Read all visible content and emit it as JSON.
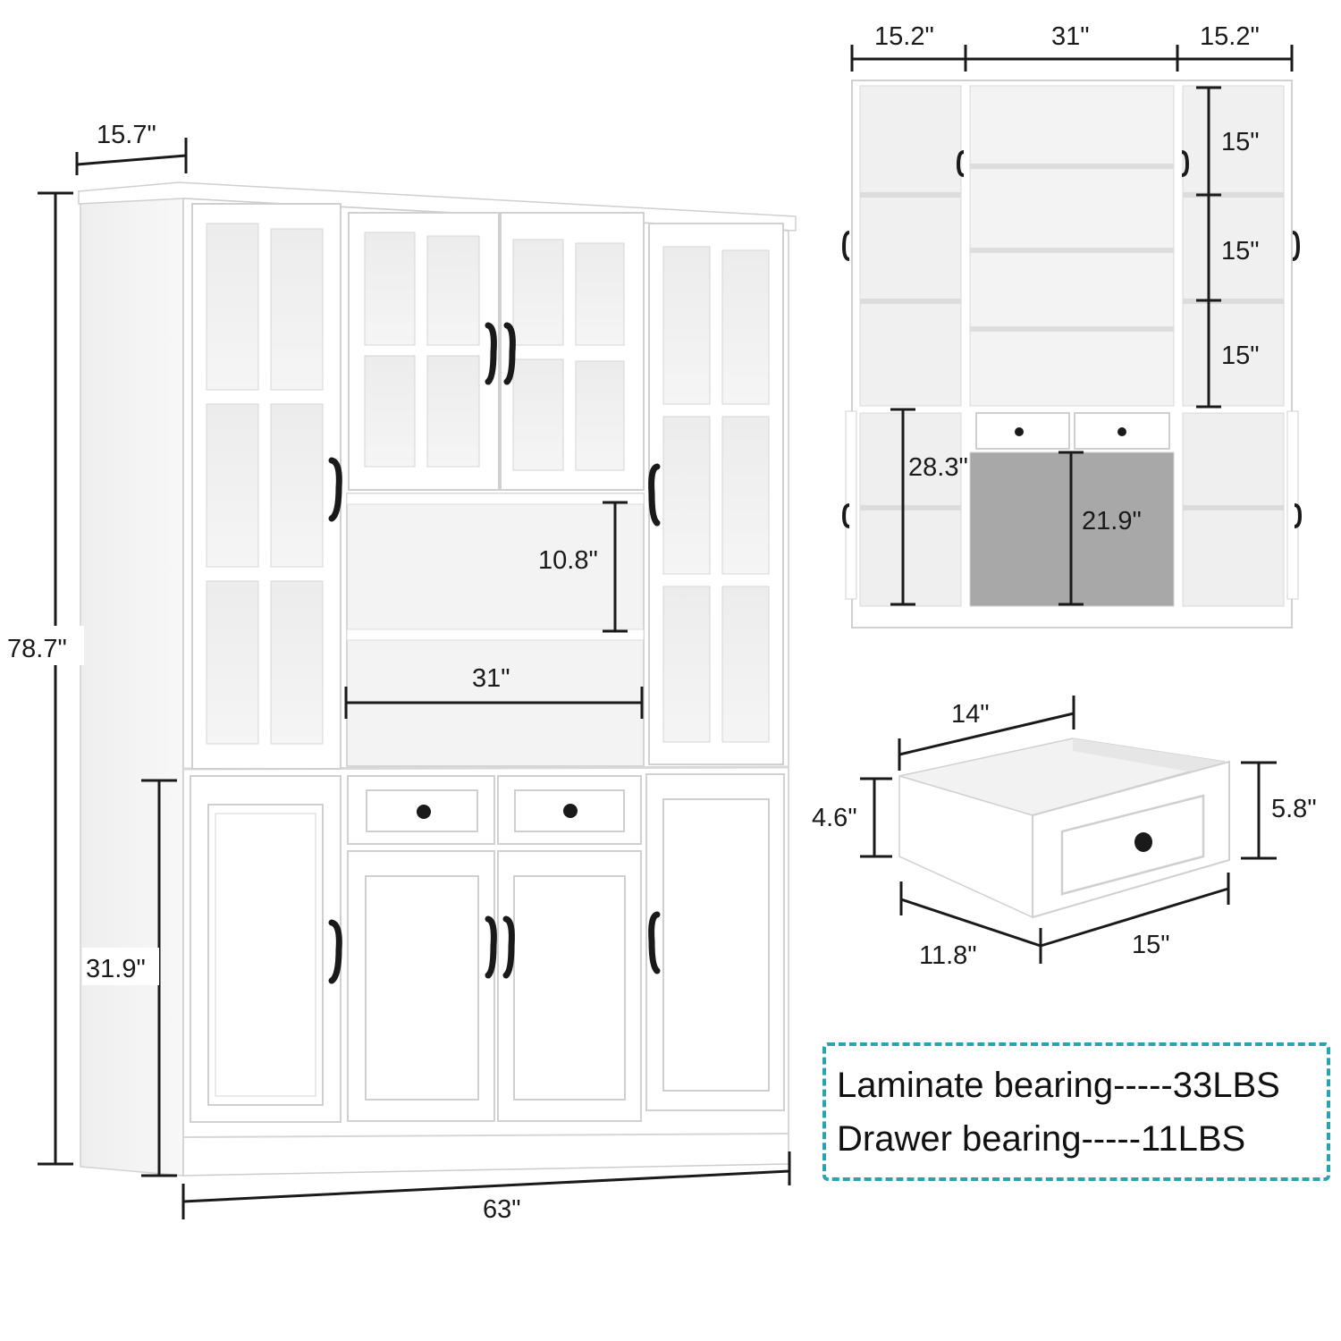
{
  "dimensions": {
    "cabinet_depth": "15.7\"",
    "cabinet_height": "78.7\"",
    "cabinet_width": "63\"",
    "lower_cabinet_height": "31.9\"",
    "open_shelf_height": "10.8\"",
    "open_shelf_width": "31\"",
    "back_left_width": "15.2\"",
    "back_center_width": "31\"",
    "back_right_width": "15.2\"",
    "back_shelf_gap_1": "15\"",
    "back_shelf_gap_2": "15\"",
    "back_shelf_gap_3": "15\"",
    "back_lower_side_height": "28.3\"",
    "back_lower_center_height": "21.9\"",
    "drawer_inner_width": "14\"",
    "drawer_inner_height": "4.6\"",
    "drawer_front_height": "5.8\"",
    "drawer_depth": "11.8\"",
    "drawer_front_width": "15\""
  },
  "bearing": {
    "laminate": "Laminate bearing-----33LBS",
    "drawer": "Drawer bearing-----11LBS"
  },
  "colors": {
    "accent_dashed_border": "#2aa3b0",
    "furniture": "#ffffff",
    "handle": "#1a1a1a"
  }
}
